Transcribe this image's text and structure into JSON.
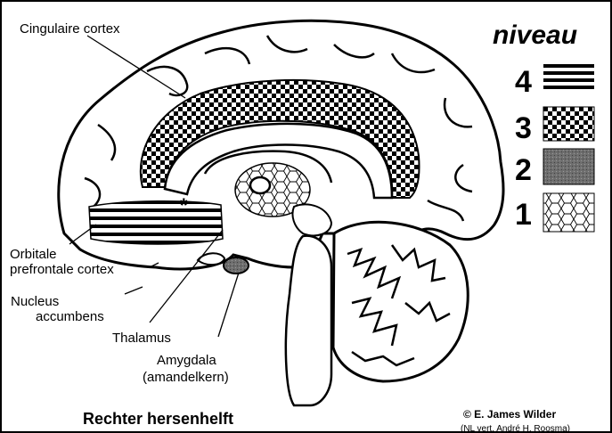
{
  "figure": {
    "caption": "Rechter hersenhelft",
    "credit": "© E. James Wilder",
    "credit_sub": "(NL vert. André H. Roosma)"
  },
  "labels": {
    "cingulate": "Cingulaire cortex",
    "orbital_line1": "Orbitale",
    "orbital_line2": "prefrontale cortex",
    "nucleus_line1": "Nucleus",
    "nucleus_line2": "accumbens",
    "thalamus": "Thalamus",
    "amygdala_line1": "Amygdala",
    "amygdala_line2": "(amandelkern)",
    "asterisk": "*"
  },
  "legend": {
    "title": "niveau",
    "levels": [
      {
        "number": "4",
        "pattern": "horizontal-stripes"
      },
      {
        "number": "3",
        "pattern": "checkerboard"
      },
      {
        "number": "2",
        "pattern": "dark-grey-stipple"
      },
      {
        "number": "1",
        "pattern": "cell-mesh"
      }
    ]
  }
}
